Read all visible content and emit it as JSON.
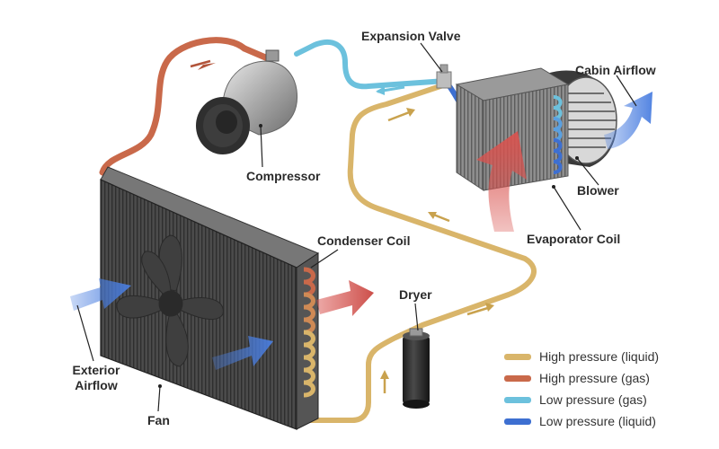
{
  "labels": {
    "expansion_valve": "Expansion Valve",
    "cabin_airflow": "Cabin Airflow",
    "compressor": "Compressor",
    "blower": "Blower",
    "evaporator_coil": "Evaporator Coil",
    "condenser_coil": "Condenser Coil",
    "dryer": "Dryer",
    "exterior_airflow_line1": "Exterior",
    "exterior_airflow_line2": "Airflow",
    "fan": "Fan"
  },
  "legend": [
    {
      "label": "High pressure (liquid)",
      "color": "#d9b56a"
    },
    {
      "label": "High pressure (gas)",
      "color": "#c9694a"
    },
    {
      "label": "Low pressure (gas)",
      "color": "#6cc1dd"
    },
    {
      "label": "Low pressure (liquid)",
      "color": "#3d6fd1"
    }
  ],
  "colors": {
    "high_liquid": "#d9b56a",
    "high_gas": "#c9694a",
    "low_gas": "#6cc1dd",
    "low_liquid": "#3d6fd1",
    "hot_air": "#d9534f",
    "cool_air": "#4a7ee0"
  }
}
